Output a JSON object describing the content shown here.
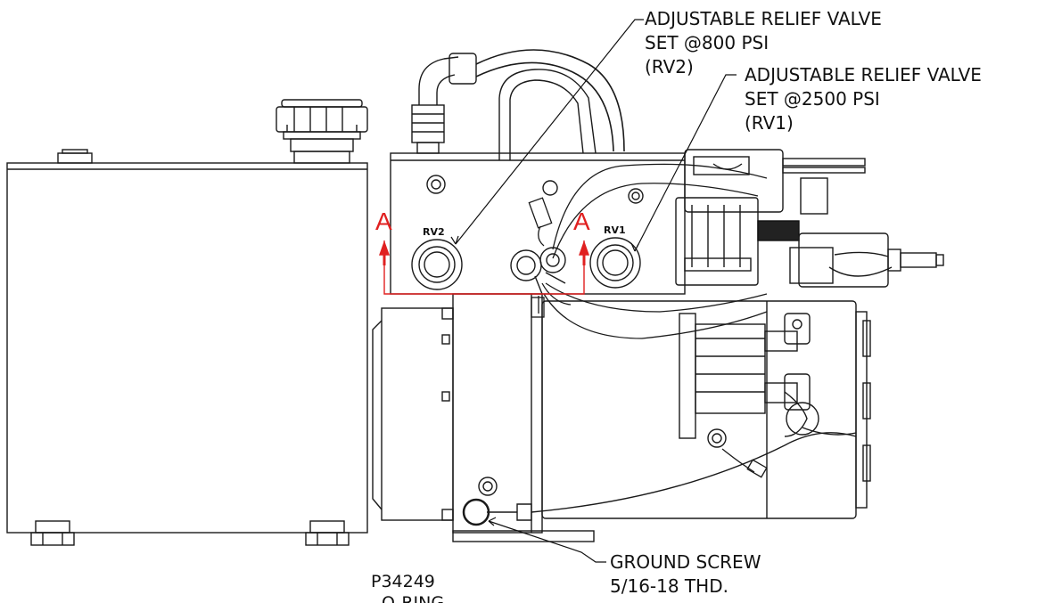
{
  "callouts": {
    "rv2": {
      "line1": "ADJUSTABLE RELIEF VALVE",
      "line2": "SET @800 PSI",
      "line3": "(RV2)"
    },
    "rv1": {
      "line1": "ADJUSTABLE RELIEF VALVE",
      "line2": "SET @2500 PSI",
      "line3": "(RV1)"
    },
    "ground": {
      "line1": "GROUND SCREW",
      "line2": "5/16-18 THD."
    },
    "oring": {
      "line1": "P34249",
      "line2": "O-RING"
    }
  },
  "ports": {
    "rv2": "RV2",
    "rv1": "RV1"
  },
  "section": {
    "left": "A",
    "right": "A",
    "color": "#e02020"
  },
  "colors": {
    "stroke": "#1a1a1a",
    "section": "#e02020"
  }
}
